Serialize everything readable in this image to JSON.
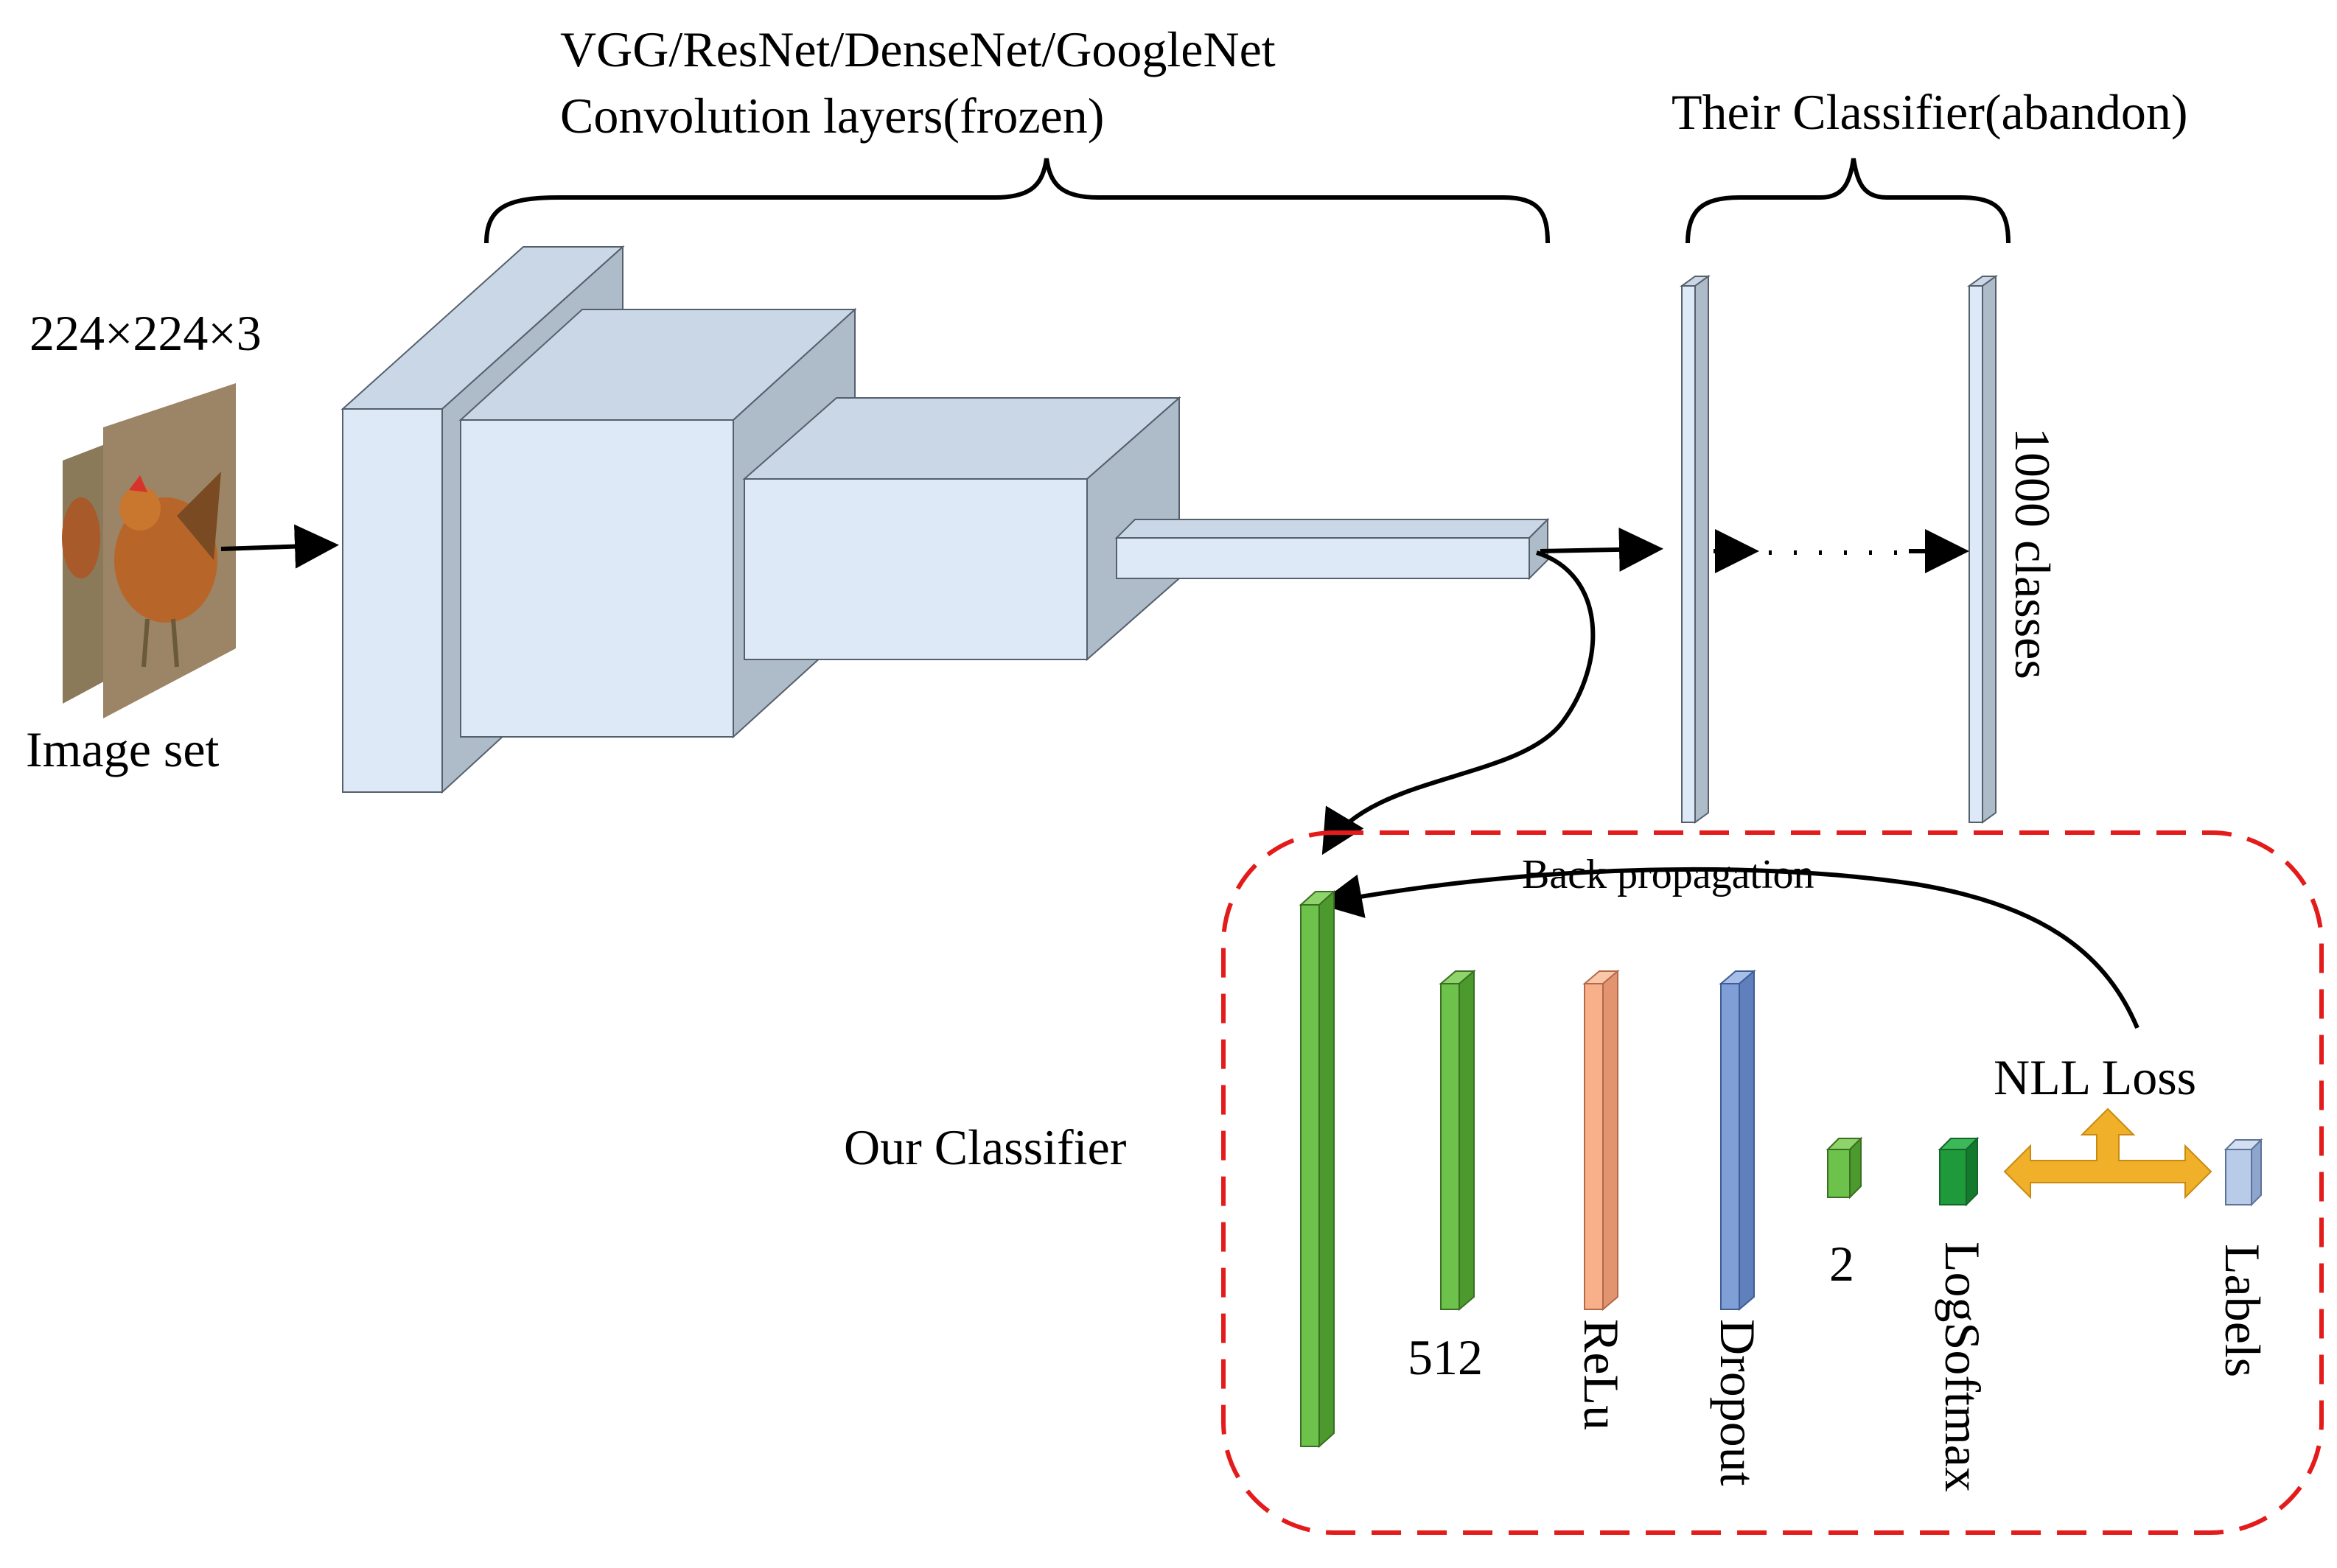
{
  "labels": {
    "backbone_line1": "VGG/ResNet/DenseNet/GoogleNet",
    "backbone_line2": "Convolution  layers(frozen)",
    "their_classifier": "Their Classifier(abandon)",
    "input_size": "224×224×3",
    "image_set": "Image  set",
    "classes": "1000 classes",
    "back_propagation": "Back propagation",
    "nll_loss": "NLL Loss",
    "our_classifier": "Our Classifier",
    "layer_512": "512",
    "layer_relu": "ReLu",
    "layer_dropout": "Dropout",
    "layer_2": "2",
    "layer_logsoftmax": "LogSoftmax",
    "layer_labels": "Labels"
  },
  "colors": {
    "block_front": "#dde9f6",
    "block_side": "#aebbc8",
    "block_top": "#c9d7e6",
    "green": "#6cc24a",
    "dark_green": "#1f9a3b",
    "orange": "#f7b08a",
    "blue": "#7f9fd6",
    "light_blue": "#b8cbe8",
    "loss_arrow": "#f0b02a",
    "dashed_box": "#e31b1b"
  }
}
